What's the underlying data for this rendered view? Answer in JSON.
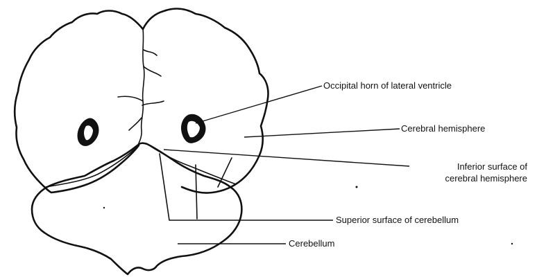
{
  "labels": {
    "occipital_horn": "Occipital horn of lateral ventricle",
    "cerebral_hemisphere": "Cerebral hemisphere",
    "inferior_surface_line1": "Inferior surface of",
    "inferior_surface_line2": "cerebral hemisphere",
    "superior_surface_cerebellum": "Superior surface of cerebellum",
    "cerebellum": "Cerebellum"
  }
}
